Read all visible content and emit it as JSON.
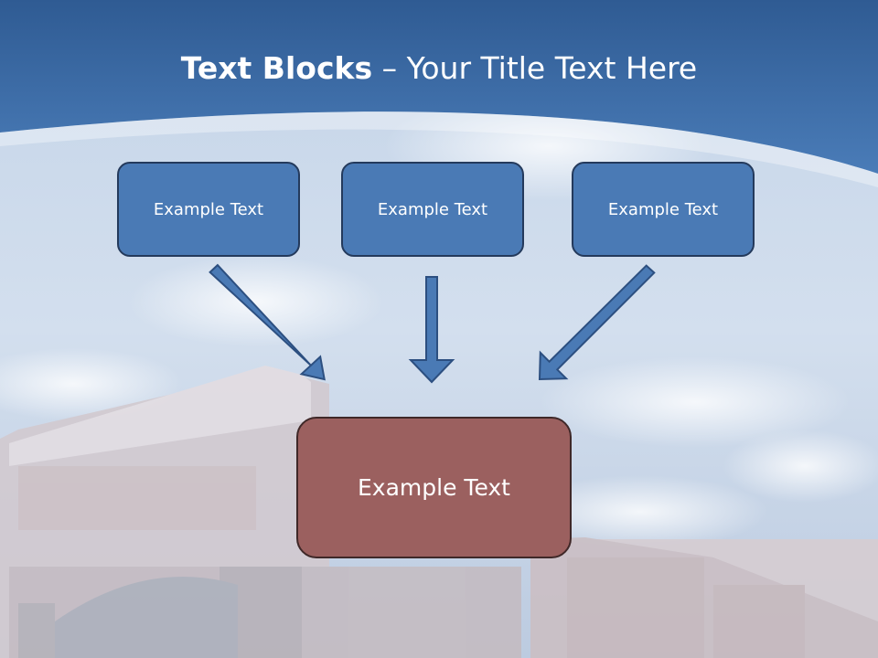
{
  "title": {
    "bold": "Text Blocks",
    "dash": " – ",
    "rest": "Your Title Text Here"
  },
  "diagram": {
    "top_boxes": [
      {
        "label": "Example Text"
      },
      {
        "label": "Example Text"
      },
      {
        "label": "Example Text"
      }
    ],
    "bottom_box": {
      "label": "Example Text"
    }
  },
  "colors": {
    "header_blue": "#3a6aa5",
    "box_blue": "#4a7ab5",
    "box_red": "#9b605f",
    "arrow_blue": "#4a7ab5"
  }
}
